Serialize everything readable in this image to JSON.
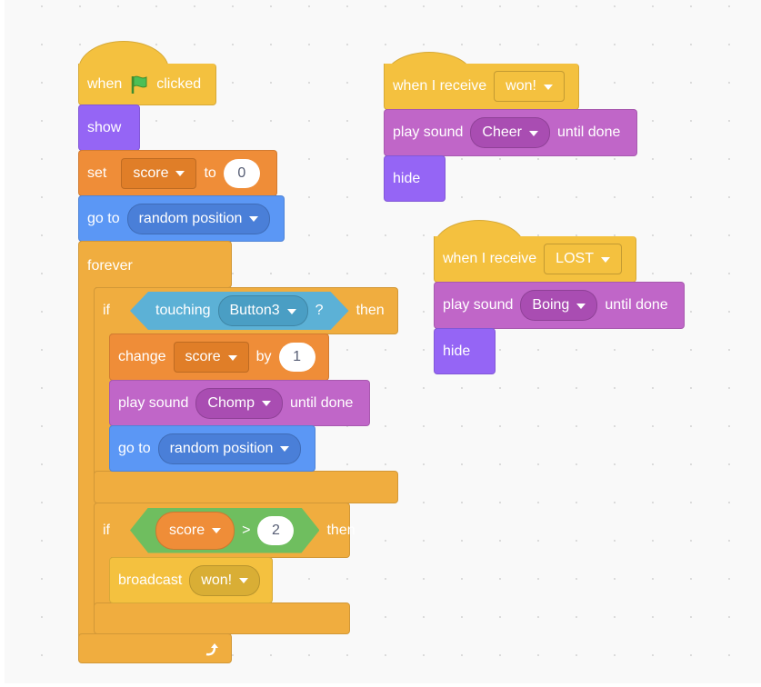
{
  "script1": {
    "hat": {
      "when": "when",
      "clicked": "clicked",
      "icon": "green-flag-icon"
    },
    "show": "show",
    "set": {
      "label": "set",
      "var": "score",
      "to": "to",
      "value": "0"
    },
    "goto1": {
      "label": "go to",
      "target": "random position"
    },
    "forever": {
      "label": "forever",
      "icon": "loop-arrow-icon"
    },
    "if1": {
      "if": "if",
      "touching": "touching",
      "object": "Button3",
      "q": "?",
      "then": "then"
    },
    "change": {
      "label": "change",
      "var": "score",
      "by": "by",
      "value": "1"
    },
    "play1": {
      "label": "play sound",
      "sound": "Chomp",
      "until": "until done"
    },
    "goto2": {
      "label": "go to",
      "target": "random position"
    },
    "if2": {
      "if": "if",
      "var": "score",
      "op": ">",
      "value": "2",
      "then": "then"
    },
    "broadcast": {
      "label": "broadcast",
      "message": "won!"
    }
  },
  "script2": {
    "hat": {
      "label": "when I receive",
      "message": "won!"
    },
    "play": {
      "label": "play sound",
      "sound": "Cheer",
      "until": "until done"
    },
    "hide": "hide"
  },
  "script3": {
    "hat": {
      "label": "when I receive",
      "message": "LOST"
    },
    "play": {
      "label": "play sound",
      "sound": "Boing",
      "until": "until done"
    },
    "hide": "hide"
  }
}
